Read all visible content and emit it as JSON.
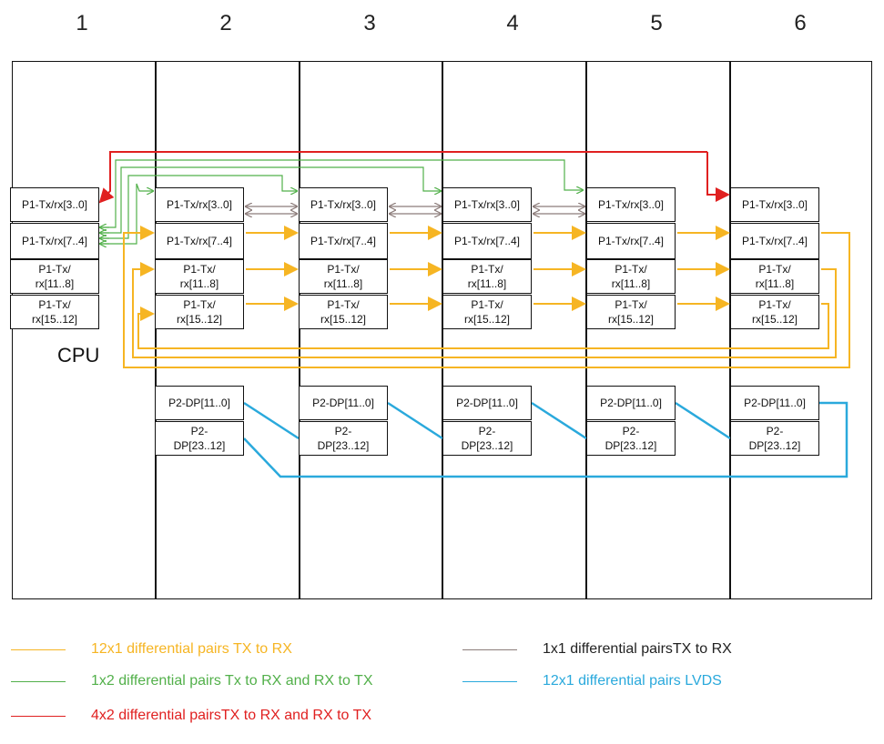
{
  "slots": [
    "1",
    "2",
    "3",
    "4",
    "5",
    "6"
  ],
  "cpu_label": "CPU",
  "p1_ports": [
    {
      "lines": [
        "P1-Tx/rx[3..0]"
      ]
    },
    {
      "lines": [
        "P1-Tx/rx[7..4]"
      ]
    },
    {
      "lines": [
        "P1-Tx/",
        "rx[11..8]"
      ]
    },
    {
      "lines": [
        "P1-Tx/",
        "rx[15..12]"
      ]
    }
  ],
  "p2_ports": [
    {
      "lines": [
        "P2-DP[11..0]"
      ]
    },
    {
      "lines": [
        "P2-",
        "DP[23..12]"
      ]
    }
  ],
  "colors": {
    "orange": "#f6b523",
    "green": "#52b04a",
    "red": "#e02020",
    "gray": "#8c7c7a",
    "blue": "#2aa9dc"
  },
  "legend": [
    {
      "label": "12x1 differential pairs TX to RX",
      "color": "#f6b523"
    },
    {
      "label": "1x2 differential pairs Tx to RX and RX to TX",
      "color": "#52b04a"
    },
    {
      "label": "4x2 differential pairsTX to RX and RX to TX",
      "color": "#e02020"
    },
    {
      "label": "1x1 differential pairsTX to RX",
      "color": "#8c7c7a"
    },
    {
      "label": "12x1 differential pairs LVDS",
      "color": "#2aa9dc"
    }
  ]
}
